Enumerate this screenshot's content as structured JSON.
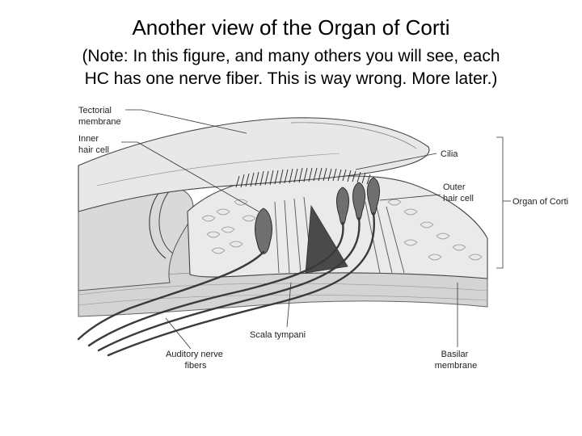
{
  "slide": {
    "title": "Another view of the Organ of Corti",
    "subtitle_line1": "(Note: In this figure, and many others you will see, each",
    "subtitle_line2": "HC has one nerve fiber. This is way wrong. More later.)"
  },
  "diagram": {
    "labels": {
      "tectorial_membrane": [
        "Tectorial",
        "membrane"
      ],
      "inner_hair_cell": [
        "Inner",
        "hair cell"
      ],
      "cilia": "Cilia",
      "outer_hair_cell": [
        "Outer",
        "hair cell"
      ],
      "organ_of_corti": "Organ of Corti",
      "scala_tympani": "Scala tympani",
      "auditory_nerve_fibers": [
        "Auditory nerve",
        "fibers"
      ],
      "basilar_membrane": [
        "Basilar",
        "membrane"
      ]
    },
    "colors": {
      "membrane": "#e6e6e6",
      "tissue": "#cfcfcf",
      "basilar": "#d9d9d9",
      "hair_cell": "#6f6f6f",
      "nerve_fiber": "#3a3a3a"
    }
  }
}
